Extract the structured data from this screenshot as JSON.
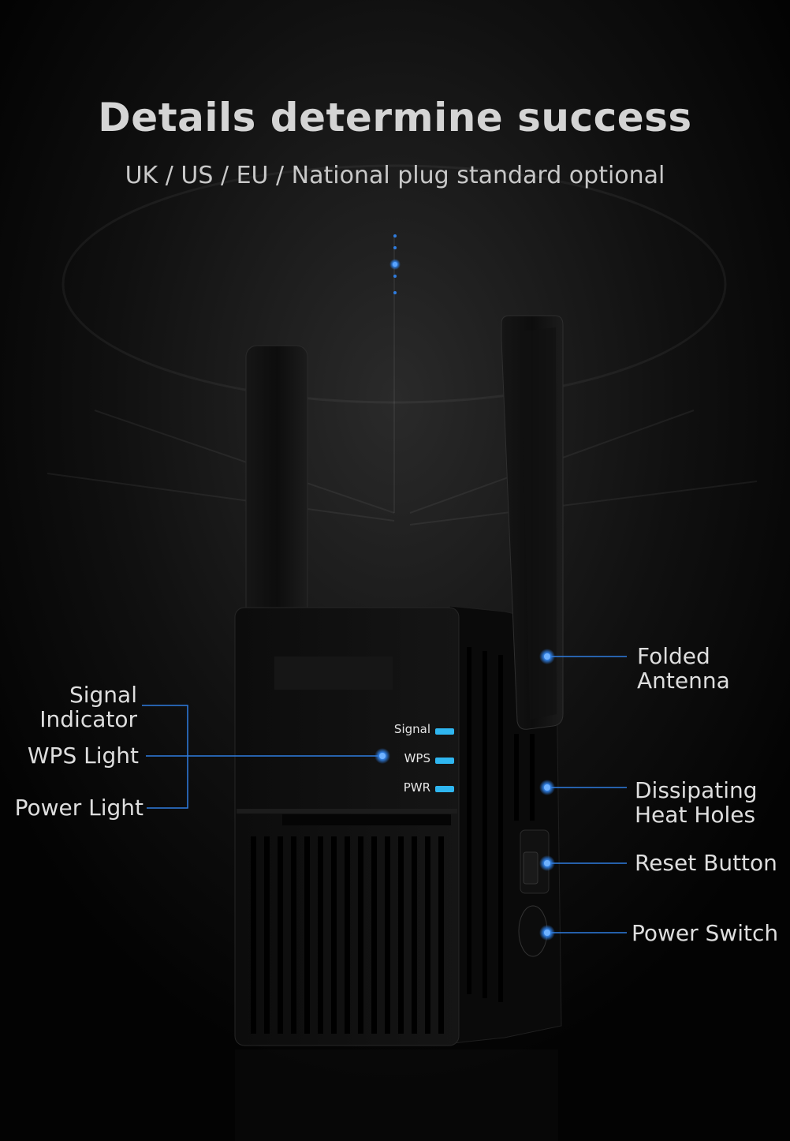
{
  "header": {
    "title": "Details determine success",
    "subtitle": "UK / US / EU / National plug standard optional"
  },
  "device": {
    "led_labels": [
      "Signal",
      "WPS",
      "PWR"
    ]
  },
  "callouts": {
    "signal_indicator": "Signal\nIndicator",
    "wps_light": "WPS Light",
    "power_light": "Power Light",
    "folded_antenna": "Folded\nAntenna",
    "heat_holes": "Dissipating\nHeat Holes",
    "reset_button": "Reset Button",
    "power_switch": "Power Switch"
  },
  "colors": {
    "accent": "#2f7de0",
    "led": "#2fb6f0"
  }
}
